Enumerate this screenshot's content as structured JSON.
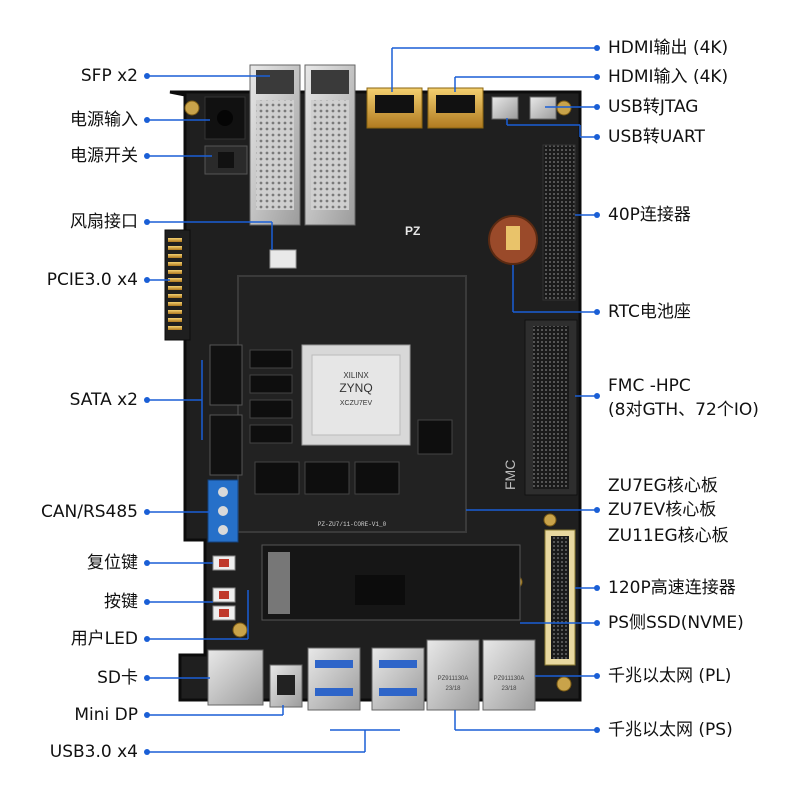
{
  "left_labels": [
    "SFP x2",
    "电源输入",
    "电源开关",
    "风扇接口",
    "PCIE3.0 x4",
    "SATA x2",
    "CAN/RS485",
    "复位键",
    "按键",
    "用户LED",
    "SD卡",
    "Mini DP",
    "USB3.0 x4"
  ],
  "right_labels": [
    "HDMI输出 (4K)",
    "HDMI输入 (4K)",
    "USB转JTAG",
    "USB转UART",
    "40P连接器",
    "RTC电池座",
    "FMC -HPC",
    "(8对GTH、72个IO)",
    "ZU7EG核心板",
    "ZU7EV核心板",
    "ZU11EG核心板",
    "120P高速连接器",
    "PS侧SSD(NVME)",
    "千兆以太网 (PL)",
    "千兆以太网 (PS)"
  ],
  "board": {
    "chip_brand": "XILINX",
    "chip_family": "ZYNQ",
    "chip_part": "XCZU7EV",
    "core_module": "PZ-ZU7/11-CORE-V1_0",
    "fmc_mark": "FMC",
    "rj45_text": "PZ911130A",
    "rj45_date": "23/18",
    "brand_logo": "PZ"
  },
  "colors": {
    "leader_line": "#1a5fd6",
    "pcb": "#1e1e1e",
    "pcb_edge": "#101010",
    "gold": "#d4a640"
  }
}
